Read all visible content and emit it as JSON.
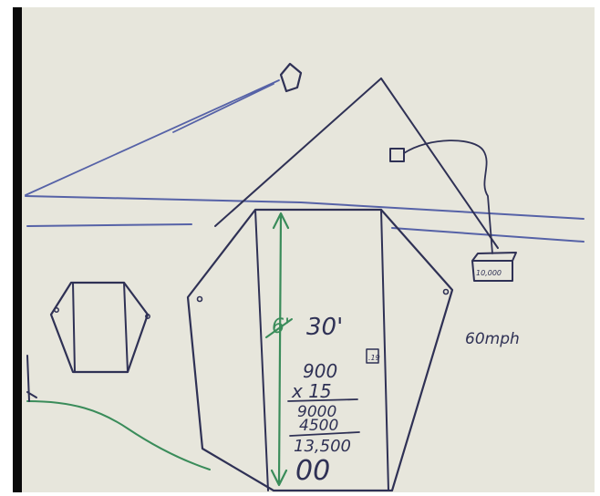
{
  "labels": {
    "height_old": "6'",
    "height_new": "30'",
    "speed": "60mph",
    "weight": "10,000",
    "note": ".19"
  },
  "math": {
    "n1": "900",
    "n2": "x 15",
    "n3": "9000",
    "n4": "4500",
    "n5": "13,500",
    "n6": "00"
  },
  "colors": {
    "whiteboard": "#e7e6dc",
    "marker_dark": "#2f3155",
    "marker_blue": "#5662a7",
    "marker_green": "#3a8c5a",
    "frame": "#0a0a0a"
  }
}
